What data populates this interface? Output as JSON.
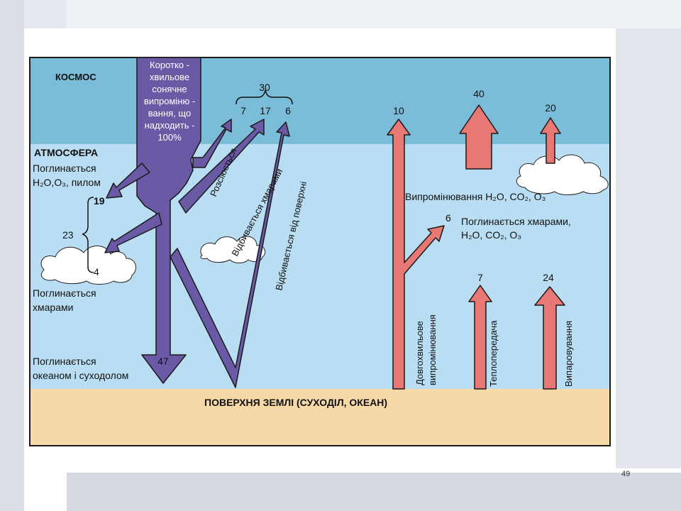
{
  "colors": {
    "space": "#7bbcd8",
    "atmosphere": "#b9ddf2",
    "surface": "#f7d9a8",
    "shortwave_arrow": "#6a5aa6",
    "longwave_arrow": "#e77873",
    "outline": "#1a1a1a"
  },
  "zones": {
    "space": "КОСМОС",
    "atmosphere": "АТМОСФЕРА",
    "surface": "ПОВЕРХНЯ ЗЕМЛІ (СУХОДІЛ, ОКЕАН)"
  },
  "shortwave": {
    "source_lines": [
      "Коротко -",
      "хвильове",
      "сонячне",
      "випроміню -",
      "вання, що",
      "надходить -",
      "100%"
    ],
    "absorbed_atmosphere_lines": [
      "Поглинається",
      "H₂O,O₃, пилом"
    ],
    "absorbed_atmosphere_value": "19",
    "absorbed_total_value": "23",
    "absorbed_clouds_value": "4",
    "absorbed_clouds_lines": [
      "Поглинається",
      "хмарами"
    ],
    "absorbed_surface_lines": [
      "Поглинається",
      "океаном і суходолом"
    ],
    "absorbed_surface_value": "47",
    "reflected_total_value": "30",
    "scattered_value": "7",
    "cloud_reflected_value": "17",
    "surface_reflected_value": "6",
    "scattered_label": "Розсіюється",
    "cloud_reflected_label": "Відбивається хмарами",
    "surface_reflected_label": "Відбивається від поверхні"
  },
  "longwave": {
    "emitted_value": "10",
    "atmosphere_emission_value": "40",
    "cloud_emission_value": "20",
    "emission_label": "Випромінювання H₂O, CO₂, O₃",
    "absorbed_value": "6",
    "absorbed_lines": [
      "Поглинається хмарами,",
      "H₂O, CO₂, O₃"
    ],
    "longwave_lines": [
      "Довгохвильове",
      "випромінювання"
    ],
    "heat_transfer_value": "7",
    "heat_transfer_label": "Теплопередача",
    "evaporation_value": "24",
    "evaporation_label": "Випаровування"
  },
  "page_number": "49"
}
